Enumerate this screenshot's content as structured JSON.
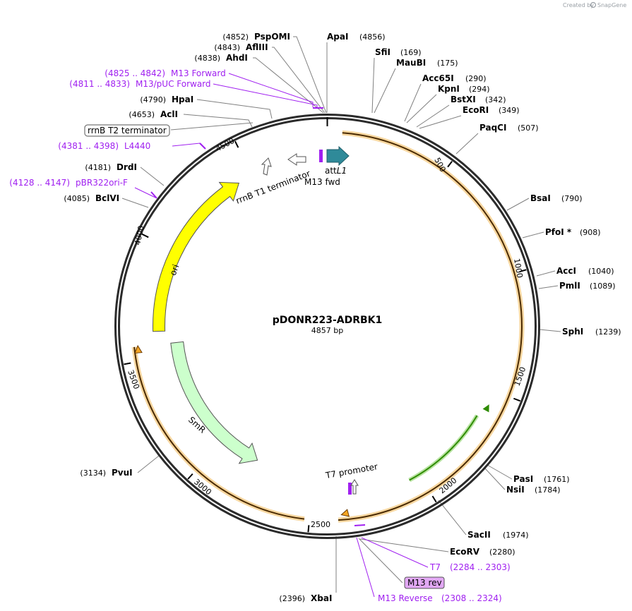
{
  "watermark": {
    "created_by": "Created by",
    "brand": "SnapGene"
  },
  "plasmid": {
    "name": "pDONR223-ADRBK1",
    "length_label": "4857 bp",
    "length": 4857
  },
  "colors": {
    "backbone": "#2b2b2b",
    "gene_arrow": "#f5a623",
    "ori": "#ffff00",
    "smr": "#ccffcc",
    "attl1": "#2f8a99",
    "primer": "#a020f0",
    "promoter_arrow": "#2e8b00"
  },
  "ticks": [
    {
      "pos": 500,
      "label": "500"
    },
    {
      "pos": 1000,
      "label": "1000"
    },
    {
      "pos": 1500,
      "label": "1500"
    },
    {
      "pos": 2000,
      "label": "2000"
    },
    {
      "pos": 2500,
      "label": "2500"
    },
    {
      "pos": 3000,
      "label": "3000"
    },
    {
      "pos": 3500,
      "label": "3500"
    },
    {
      "pos": 4000,
      "label": "4000"
    },
    {
      "pos": 4500,
      "label": "4500"
    }
  ],
  "enzymes_left": [
    {
      "name": "PspOMI",
      "pos": "(4852)"
    },
    {
      "name": "AflIII",
      "pos": "(4843)"
    },
    {
      "name": "AhdI",
      "pos": "(4838)"
    },
    {
      "name": "HpaI",
      "pos": "(4790)"
    },
    {
      "name": "AclI",
      "pos": "(4653)"
    },
    {
      "name": "DrdI",
      "pos": "(4181)"
    },
    {
      "name": "BclVI",
      "pos": "(4085)"
    },
    {
      "name": "PvuI",
      "pos": "(3134)"
    },
    {
      "name": "XbaI",
      "pos": "(2396)"
    }
  ],
  "enzymes_right": [
    {
      "name": "ApaI",
      "pos": "(4856)"
    },
    {
      "name": "SfiI",
      "pos": "(169)"
    },
    {
      "name": "MauBI",
      "pos": "(175)"
    },
    {
      "name": "Acc65I",
      "pos": "(290)"
    },
    {
      "name": "KpnI",
      "pos": "(294)"
    },
    {
      "name": "BstXI",
      "pos": "(342)"
    },
    {
      "name": "EcoRI",
      "pos": "(349)"
    },
    {
      "name": "PaqCI",
      "pos": "(507)"
    },
    {
      "name": "BsaI",
      "pos": "(790)"
    },
    {
      "name": "PfoI *",
      "pos": "(908)"
    },
    {
      "name": "AccI",
      "pos": "(1040)"
    },
    {
      "name": "PmlI",
      "pos": "(1089)"
    },
    {
      "name": "SphI",
      "pos": "(1239)"
    },
    {
      "name": "PasI",
      "pos": "(1761)"
    },
    {
      "name": "NsiI",
      "pos": "(1784)"
    },
    {
      "name": "SacII",
      "pos": "(1974)"
    },
    {
      "name": "EcoRV",
      "pos": "(2280)"
    }
  ],
  "primers": [
    {
      "name": "M13 Forward",
      "range": "(4825 .. 4842)"
    },
    {
      "name": "M13/pUC Forward",
      "range": "(4811 .. 4833)"
    },
    {
      "name": "L4440",
      "range": "(4381 .. 4398)"
    },
    {
      "name": "pBR322ori-F",
      "range": "(4128 .. 4147)"
    },
    {
      "name": "T7",
      "range": "(2284 .. 2303)"
    },
    {
      "name": "M13 Reverse",
      "range": "(2308 .. 2324)"
    }
  ],
  "features": {
    "rrnb_t2": "rrnB T2 terminator",
    "rrnb_t1": "rrnB T1 terminator",
    "attl1_prefix": "att",
    "attl1_suffix": "L1",
    "m13_fwd": "M13 fwd",
    "t7_promoter": "T7 promoter",
    "m13_rev_box": "M13 rev",
    "ori": "ori",
    "smr": "SmR"
  }
}
